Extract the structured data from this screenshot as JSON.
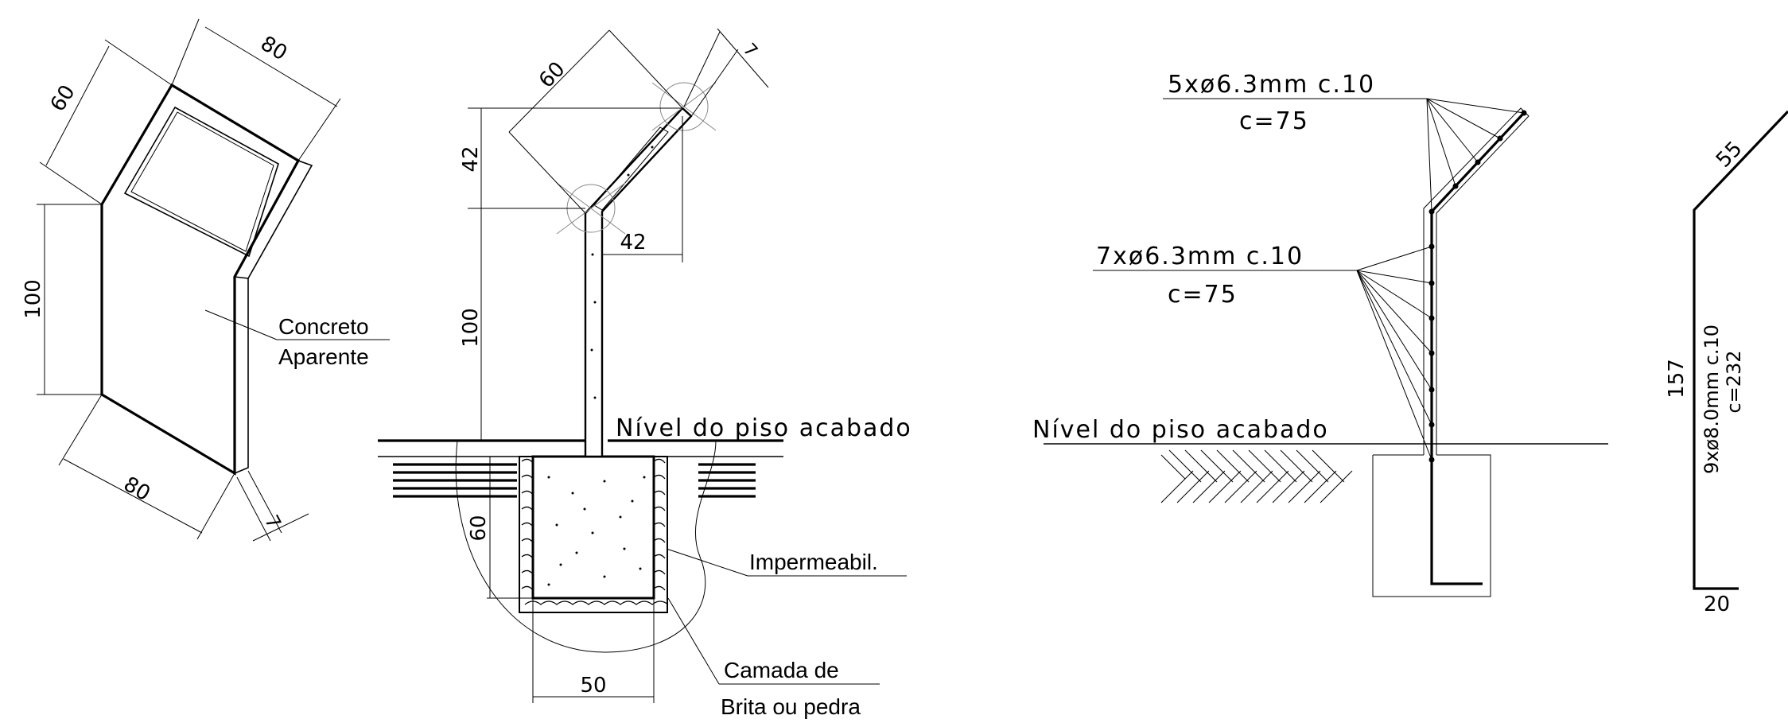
{
  "dims": {
    "iso_width_top": "80",
    "iso_height_top": "60",
    "iso_height_body": "100",
    "iso_width_bottom": "80",
    "iso_thickness": "7",
    "sec_slope_len": "60",
    "sec_thickness": "7",
    "sec_rise": "42",
    "sec_run": "42",
    "sec_height": "100",
    "sec_footing_depth": "60",
    "sec_footing_width": "50",
    "bar_slope": "55",
    "bar_height": "157",
    "bar_foot": "20"
  },
  "labels": {
    "concrete_line1": "Concreto",
    "concrete_line2": "Aparente",
    "floor_level": "Nível do piso acabado",
    "floor_level_rebar": "Nível do piso acabado",
    "waterproofing": "Impermeabil.",
    "gravel_line1": "Camada de",
    "gravel_line2": "Brita ou pedra"
  },
  "rebar": {
    "top_spec": "5xø6.3mm  c.10",
    "top_len": "c=75",
    "mid_spec": "7xø6.3mm  c.10",
    "mid_len": "c=75",
    "main_spec": "9xø8.0mm  c.10",
    "main_len": "c=232"
  }
}
